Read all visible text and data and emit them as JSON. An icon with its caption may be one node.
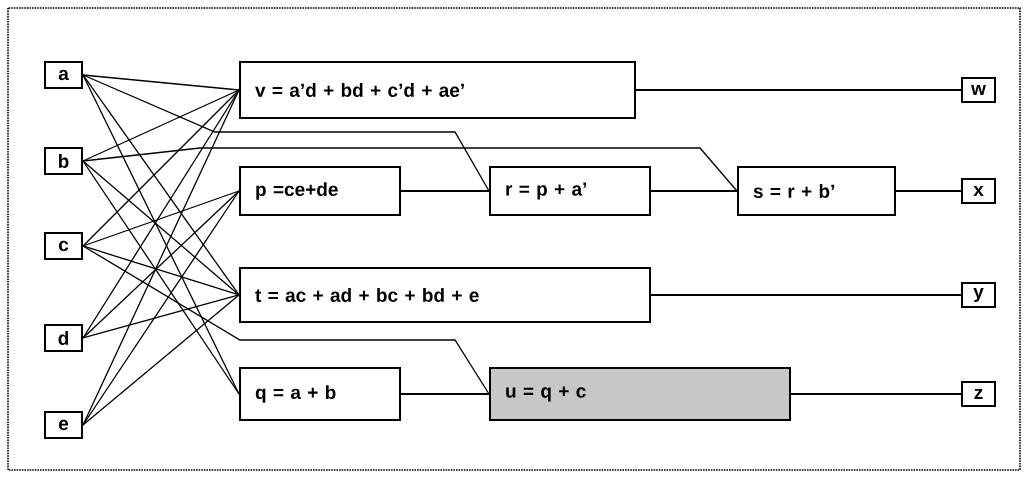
{
  "diagram": {
    "nodes": [
      {
        "text": [
          "a"
        ]
      },
      {
        "text": [
          "b"
        ]
      },
      {
        "text": [
          "c"
        ]
      },
      {
        "text": [
          "d"
        ]
      },
      {
        "text": [
          "e"
        ]
      },
      {
        "text": [
          "v = a’d + bd + c’d + ae’"
        ]
      },
      {
        "text": [
          "p =ce+de"
        ]
      },
      {
        "text": [
          "r = p + a’"
        ]
      },
      {
        "text": [
          "s = r + b’"
        ]
      },
      {
        "text": [
          "t = ac + ad + bc + bd + e"
        ]
      },
      {
        "text": [
          "q = a + b"
        ]
      },
      {
        "text": [
          "u = q + c"
        ]
      },
      {
        "text": [
          "w"
        ]
      },
      {
        "text": [
          "x"
        ]
      },
      {
        "text": [
          "y"
        ]
      },
      {
        "text": [
          "z"
        ]
      }
    ],
    "edges": [
      {
        "from": 0,
        "to": 5,
        "arrow": "none"
      },
      {
        "from": 1,
        "to": 5,
        "arrow": "none"
      },
      {
        "from": 2,
        "to": 5,
        "arrow": "none"
      },
      {
        "from": 3,
        "to": 5,
        "arrow": "none"
      },
      {
        "from": 4,
        "to": 5,
        "arrow": "none"
      },
      {
        "from": 2,
        "to": 6,
        "arrow": "none"
      },
      {
        "from": 3,
        "to": 6,
        "arrow": "none"
      },
      {
        "from": 4,
        "to": 6,
        "arrow": "none"
      },
      {
        "from": 6,
        "to": 7,
        "arrow": "none"
      },
      {
        "from": 0,
        "to": 7,
        "arrow": "none"
      },
      {
        "from": 7,
        "to": 8,
        "arrow": "none"
      },
      {
        "from": 1,
        "to": 8,
        "arrow": "none"
      },
      {
        "from": 0,
        "to": 9,
        "arrow": "none"
      },
      {
        "from": 1,
        "to": 9,
        "arrow": "none"
      },
      {
        "from": 2,
        "to": 9,
        "arrow": "none"
      },
      {
        "from": 3,
        "to": 9,
        "arrow": "none"
      },
      {
        "from": 4,
        "to": 9,
        "arrow": "none"
      },
      {
        "from": 0,
        "to": 10,
        "arrow": "none"
      },
      {
        "from": 1,
        "to": 10,
        "arrow": "none"
      },
      {
        "from": 10,
        "to": 11,
        "arrow": "none"
      },
      {
        "from": 2,
        "to": 11,
        "arrow": "none"
      },
      {
        "from": 5,
        "to": 12,
        "arrow": "none"
      },
      {
        "from": 8,
        "to": 13,
        "arrow": "none"
      },
      {
        "from": 9,
        "to": 14,
        "arrow": "none"
      },
      {
        "from": 11,
        "to": 15,
        "arrow": "none"
      }
    ]
  }
}
